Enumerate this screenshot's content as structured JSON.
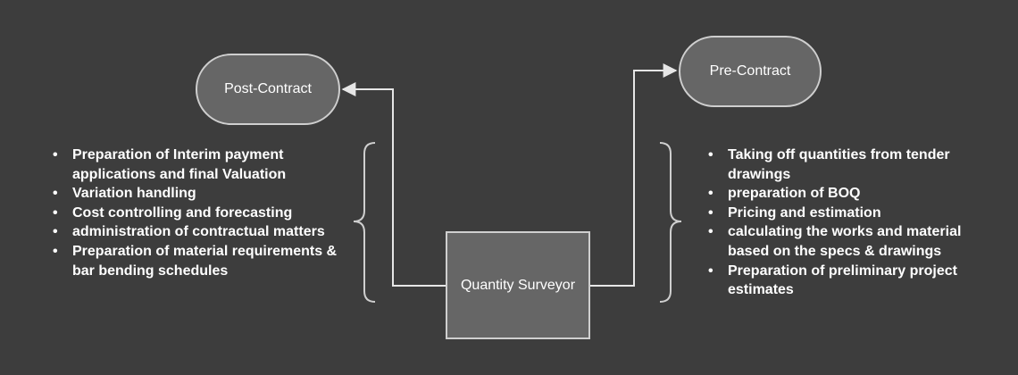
{
  "nodes": {
    "post_contract": "Post-Contract",
    "pre_contract": "Pre-Contract",
    "quantity_surveyor": "Quantity Surveyor"
  },
  "post_contract_tasks": [
    " Preparation of Interim payment applications and final Valuation",
    "Variation handling",
    "Cost controlling and forecasting",
    "administration of contractual matters",
    "Preparation of material requirements & bar bending schedules"
  ],
  "pre_contract_tasks": [
    "Taking off quantities from tender drawings",
    "preparation of BOQ",
    "Pricing and estimation",
    "calculating the works and material based on the specs & drawings",
    "Preparation of preliminary project estimates"
  ],
  "colors": {
    "background": "#3d3d3d",
    "node_fill": "#666666",
    "node_border": "#cfcfcf",
    "text": "#ffffff"
  }
}
